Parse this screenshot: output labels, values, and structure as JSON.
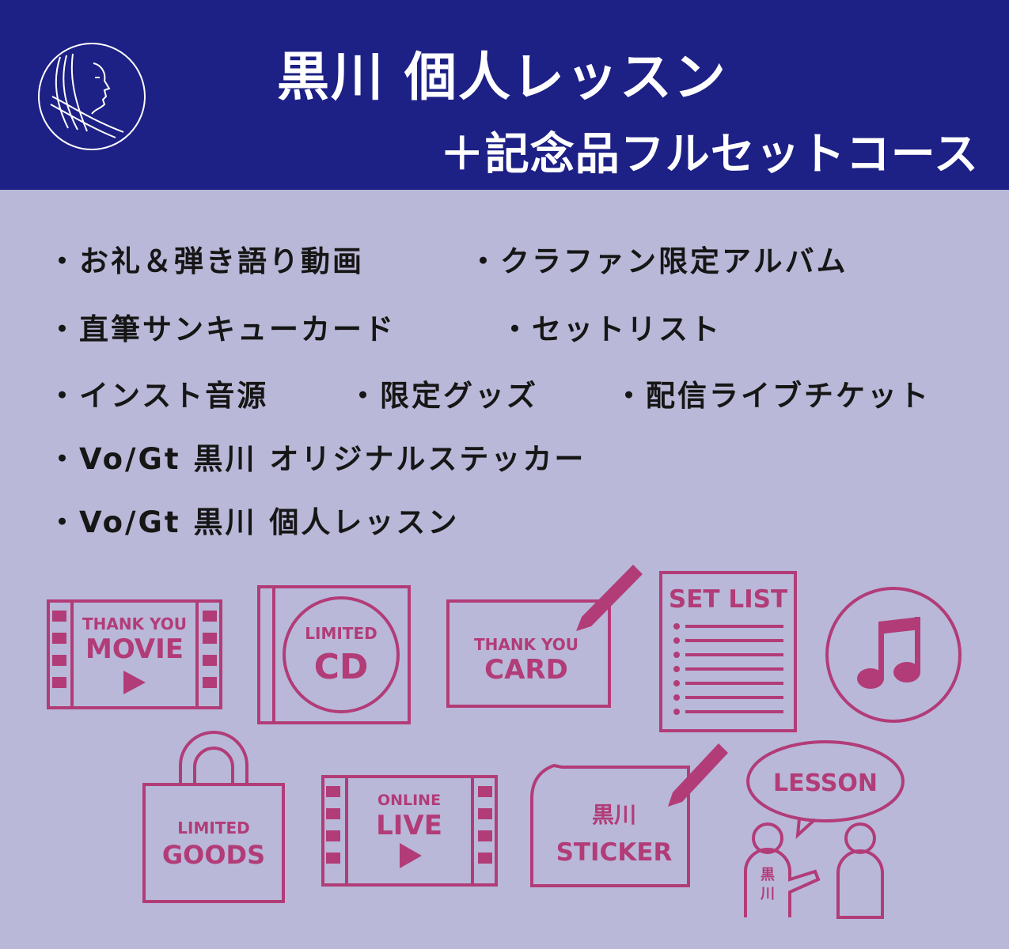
{
  "header": {
    "title": "黒川 個人レッスン",
    "subtitle": "＋記念品フルセットコース"
  },
  "items": [
    [
      "・お礼＆弾き語り動画",
      "・クラファン限定アルバム"
    ],
    [
      "・直筆サンキューカード",
      "・セットリスト"
    ],
    [
      "・インスト音源",
      "・限定グッズ",
      "・配信ライブチケット"
    ],
    [
      "・Vo/Gt 黒川 オリジナルステッカー"
    ],
    [
      "・Vo/Gt 黒川 個人レッスン"
    ]
  ],
  "icons": {
    "movie": {
      "line1": "THANK YOU",
      "line2": "MOVIE"
    },
    "cd": {
      "line1": "LIMITED",
      "line2": "CD"
    },
    "card": {
      "line1": "THANK YOU",
      "line2": "CARD"
    },
    "setlist": {
      "line1": "SET LIST"
    },
    "goods": {
      "line1": "LIMITED",
      "line2": "GOODS"
    },
    "live": {
      "line1": "ONLINE",
      "line2": "LIVE"
    },
    "sticker": {
      "line1": "黒川",
      "line2": "STICKER"
    },
    "lesson": {
      "line1": "LESSON",
      "badge1": "黒",
      "badge2": "川"
    }
  },
  "colors": {
    "header_bg": "#1d2085",
    "body_bg": "#b9b8d8",
    "icon": "#b23c78"
  }
}
